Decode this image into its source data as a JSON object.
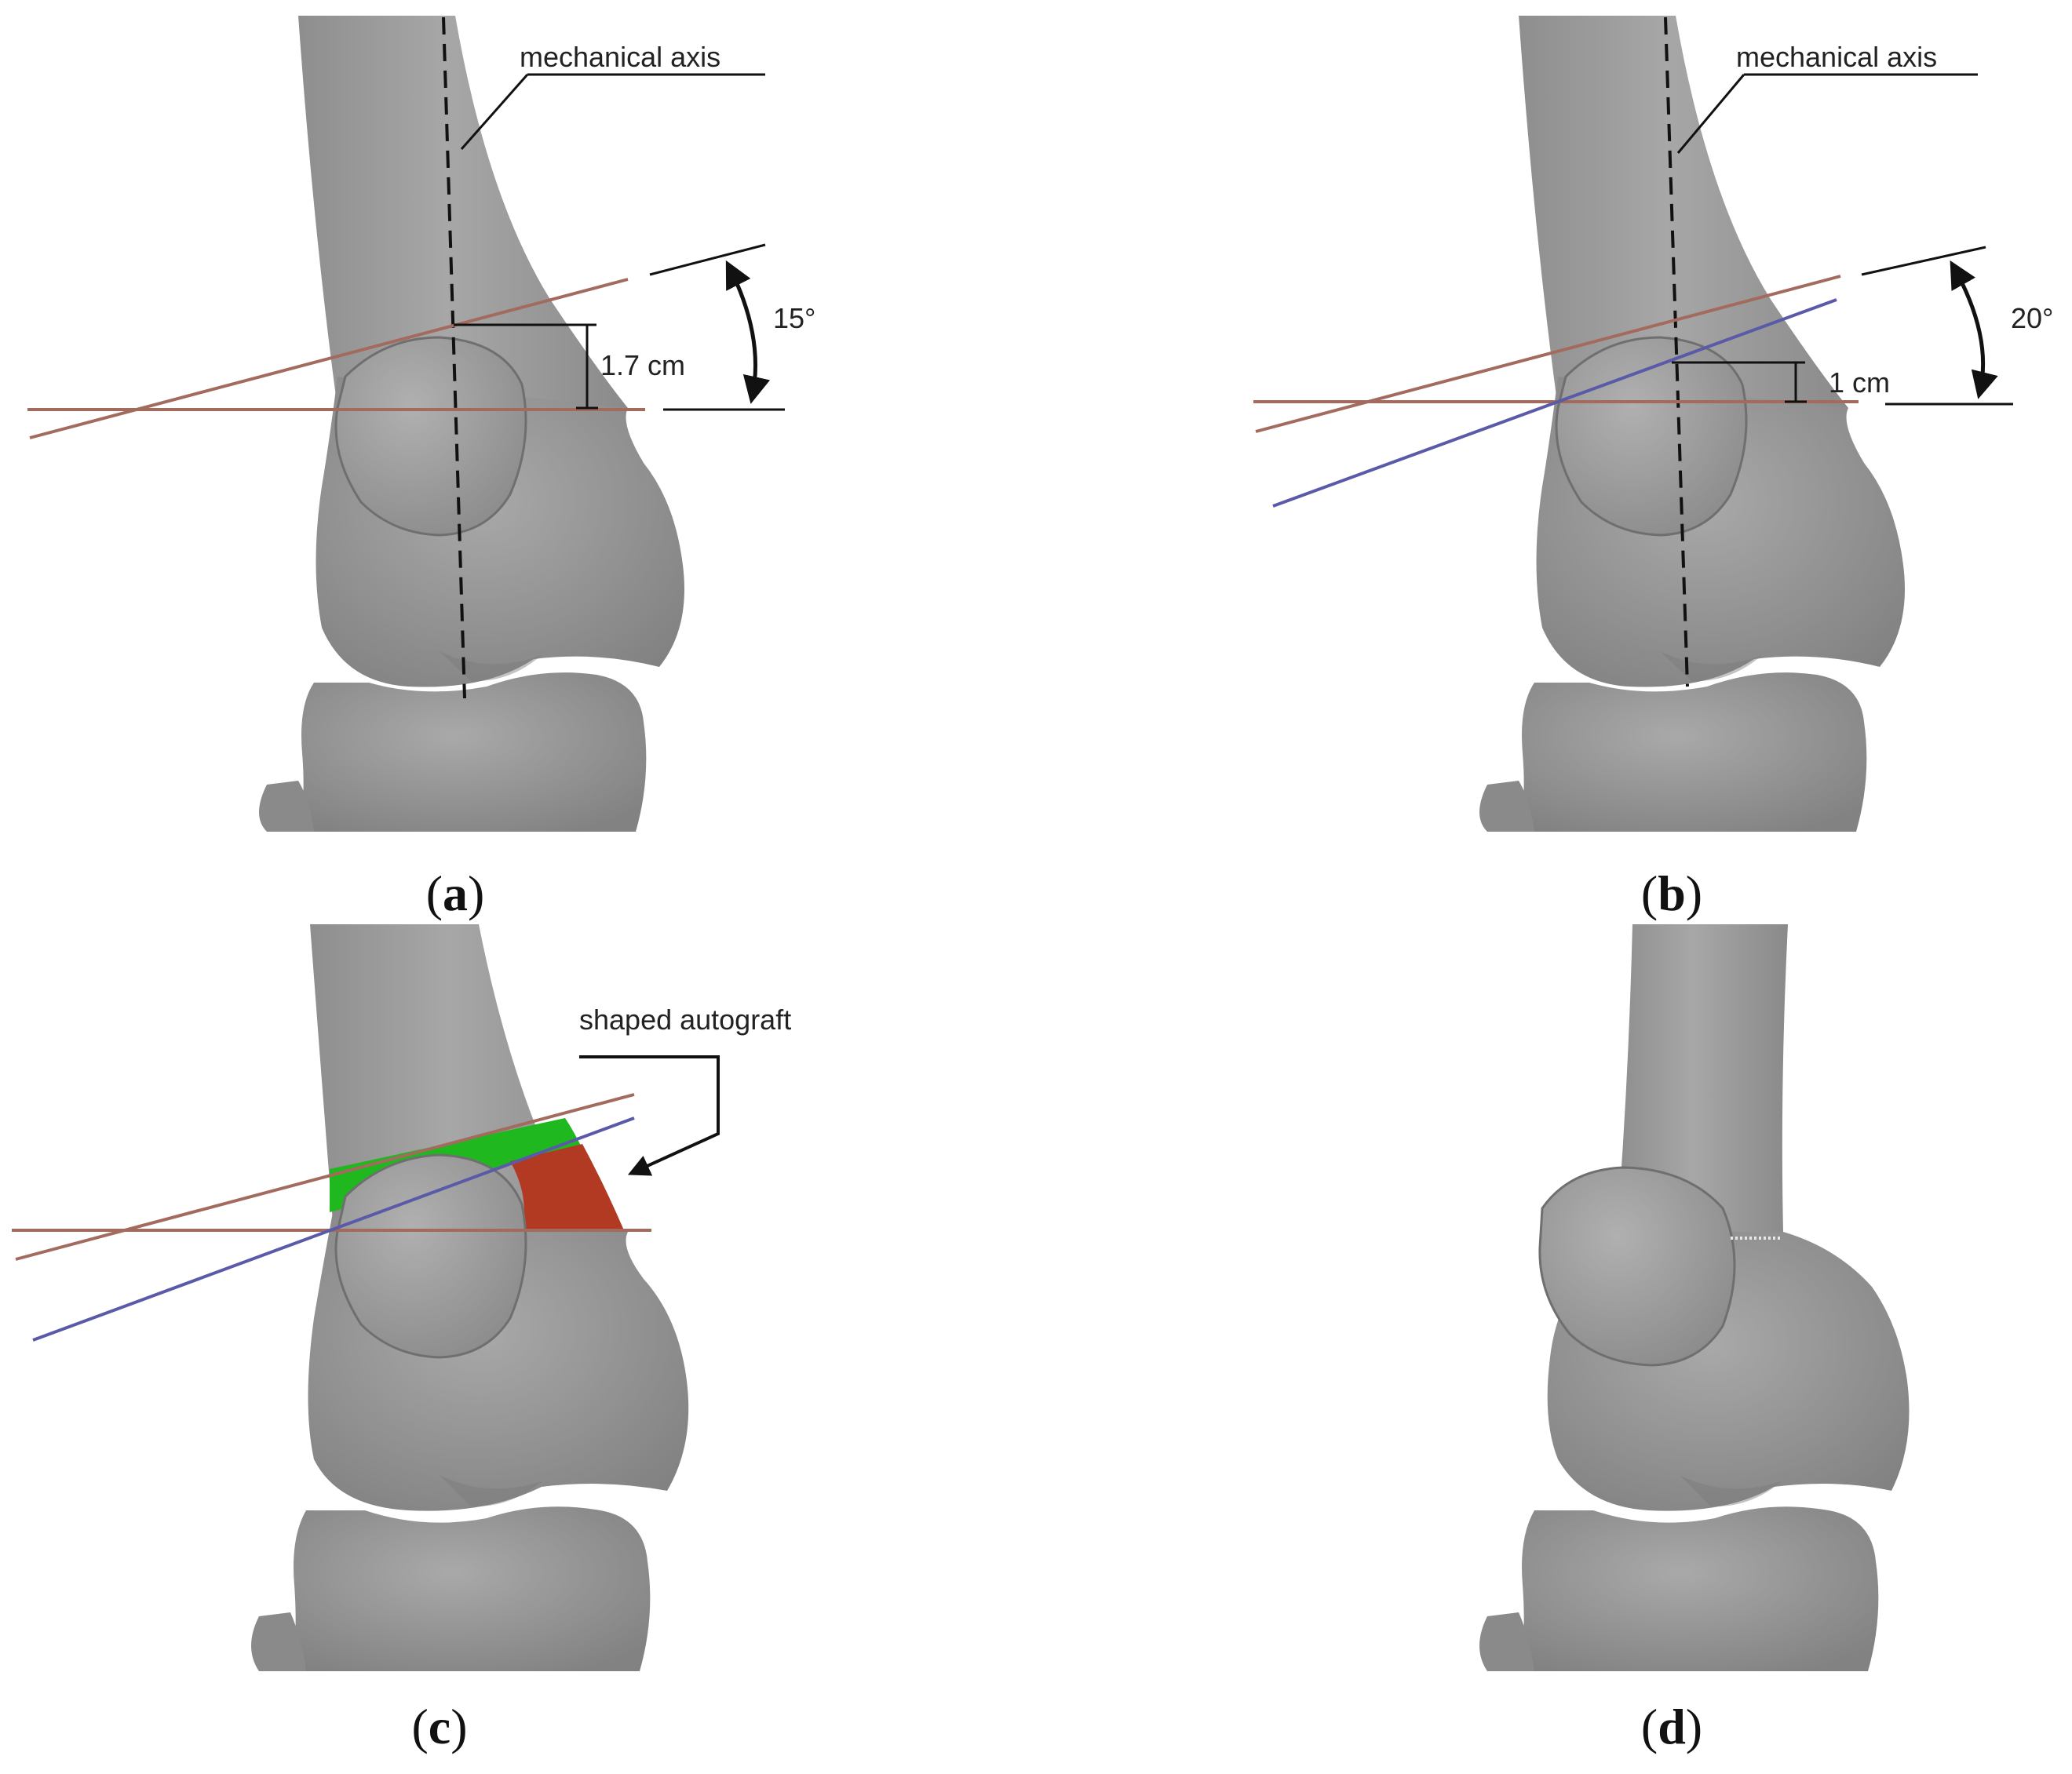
{
  "panels": [
    {
      "id": "a",
      "caption_open": "(",
      "caption_letter": "a",
      "caption_close": ")",
      "axis_label": "mechanical axis",
      "distance_label": "1.7 cm",
      "angle_label": "15°"
    },
    {
      "id": "b",
      "caption_open": "(",
      "caption_letter": "b",
      "caption_close": ")",
      "axis_label": "mechanical axis",
      "distance_label": "1 cm",
      "angle_label": "20°"
    },
    {
      "id": "c",
      "caption_open": "(",
      "caption_letter": "c",
      "caption_close": ")",
      "graft_label": "shaped autograft"
    },
    {
      "id": "d",
      "caption_open": "(",
      "caption_letter": "d",
      "caption_close": ")"
    }
  ],
  "colors": {
    "bone": "#9b9b9b",
    "bone_shadow": "#7f7f7f",
    "bone_highlight": "#b8b8b8",
    "cut_line_red": "#a36a5e",
    "cut_line_blue": "#5a5aa8",
    "wedge_green": "#1fb81f",
    "wedge_red": "#b23a22",
    "annotation": "#111111",
    "osteotomy_seam": "#e8e8e8"
  }
}
